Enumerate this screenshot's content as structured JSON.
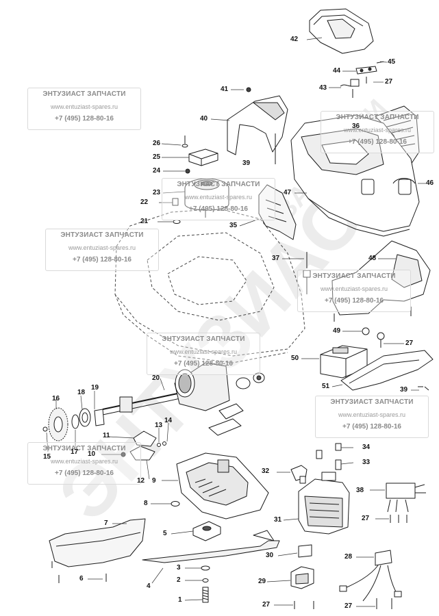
{
  "watermark": {
    "title": "ЭНТУЗИАСТ ЗАПЧАСТИ",
    "url": "www.entuziast-spares.ru",
    "phone": "+7 (495) 128-80-16",
    "diagonal_big": "ЭНТУЗИАСТ",
    "diagonal_small": "ЗАПЧАСТИ",
    "color": "#8a8a8a"
  },
  "callouts": [
    "1",
    "2",
    "3",
    "4",
    "5",
    "6",
    "7",
    "8",
    "9",
    "10",
    "11",
    "12",
    "13",
    "14",
    "15",
    "16",
    "17",
    "18",
    "19",
    "20",
    "21",
    "22",
    "23",
    "24",
    "25",
    "26",
    "27",
    "27",
    "27",
    "27",
    "27",
    "27",
    "28",
    "29",
    "30",
    "31",
    "32",
    "33",
    "34",
    "35",
    "36",
    "37",
    "38",
    "39",
    "39",
    "40",
    "41",
    "42",
    "43",
    "44",
    "45",
    "46",
    "47",
    "48",
    "49",
    "50",
    "51"
  ],
  "colors": {
    "line": "#1a1a1a",
    "fill": "#ffffff",
    "shade": "#d9d9d9",
    "dark": "#3a3a3a"
  }
}
